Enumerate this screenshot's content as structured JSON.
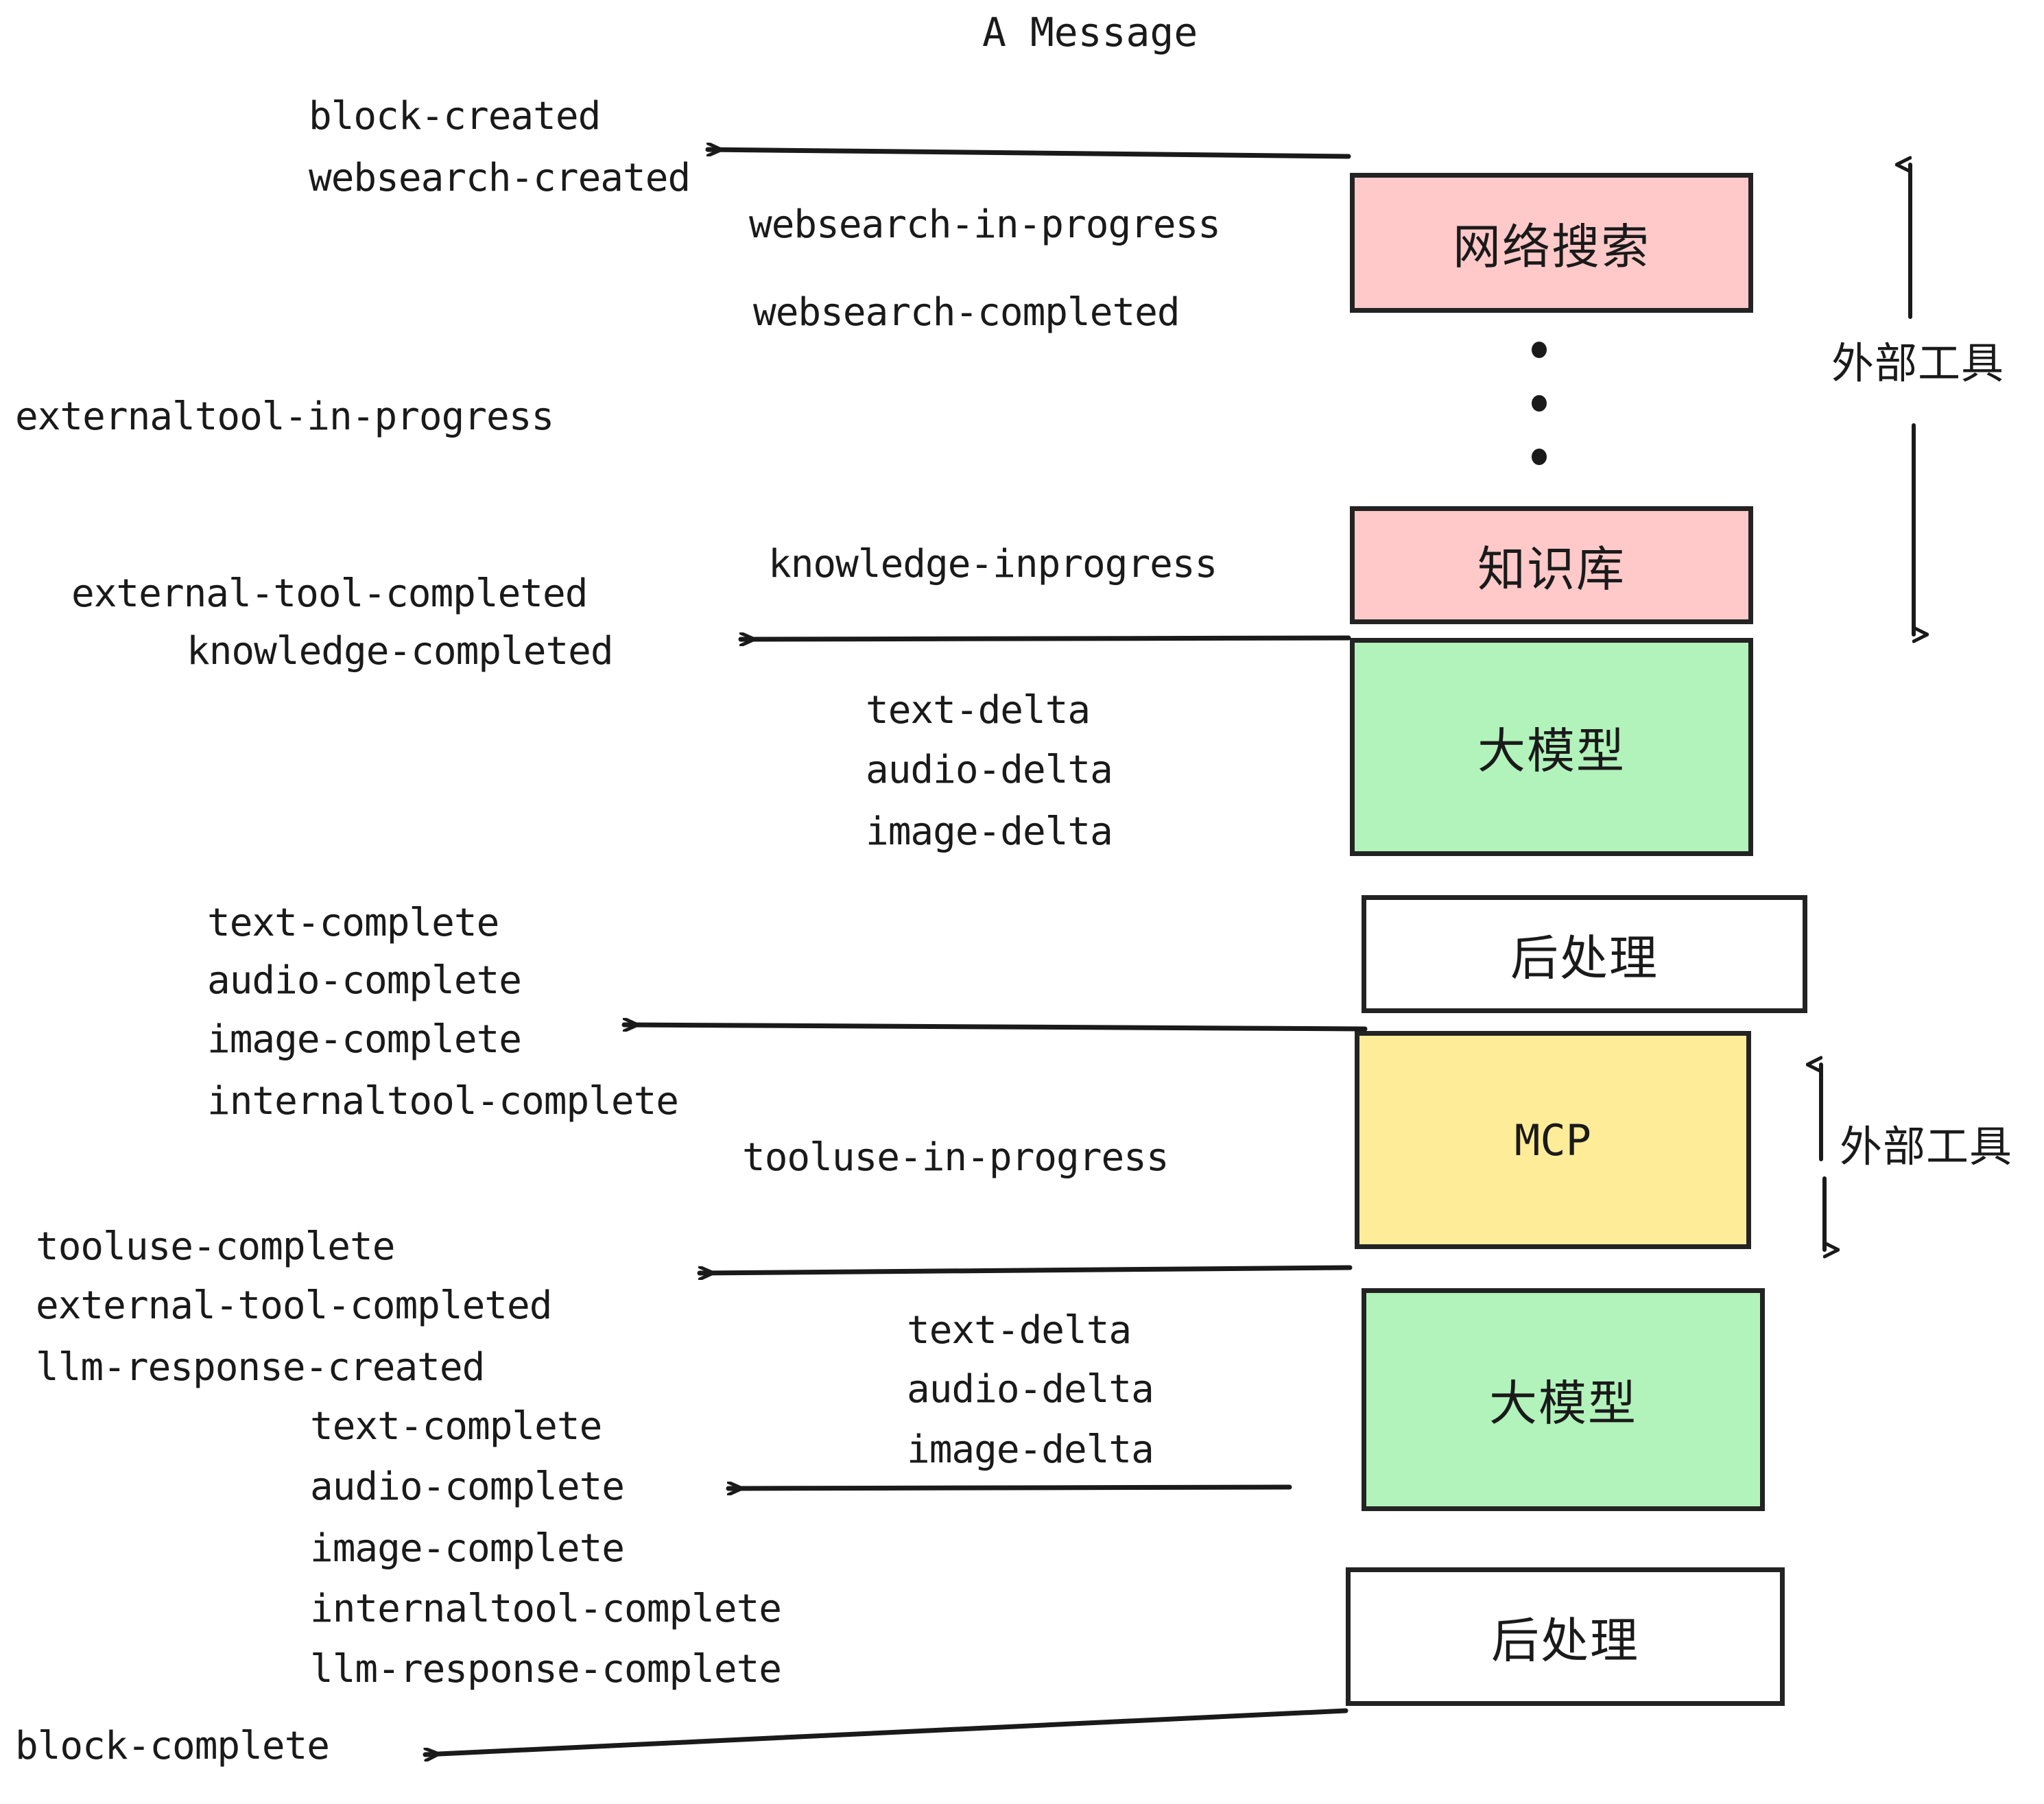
{
  "title": "A Message",
  "boxes": [
    {
      "id": "websearch",
      "label": "网络搜索",
      "color": "#FFC9C9",
      "kind": "cn"
    },
    {
      "id": "knowledge",
      "label": "知识库",
      "color": "#FFC9C9",
      "kind": "cn"
    },
    {
      "id": "llm-top",
      "label": "大模型",
      "color": "#B2F2BB",
      "kind": "cn"
    },
    {
      "id": "postprocess-top",
      "label": "后处理",
      "color": "#FFFFFF",
      "kind": "cn"
    },
    {
      "id": "mcp",
      "label": "MCP",
      "color": "#FFEC99",
      "kind": "mono"
    },
    {
      "id": "llm-bottom",
      "label": "大模型",
      "color": "#B2F2BB",
      "kind": "cn"
    },
    {
      "id": "postprocess-bottom",
      "label": "后处理",
      "color": "#FFFFFF",
      "kind": "cn"
    }
  ],
  "side_annotations": [
    {
      "id": "external-tools-top",
      "label": "外部工具"
    },
    {
      "id": "external-tools-bottom",
      "label": "外部工具"
    }
  ],
  "events": [
    {
      "id": "block-created",
      "text": "block-created"
    },
    {
      "id": "websearch-created",
      "text": "websearch-created"
    },
    {
      "id": "websearch-in-progress",
      "text": "websearch-in-progress"
    },
    {
      "id": "websearch-completed",
      "text": "websearch-completed"
    },
    {
      "id": "externaltool-in-progress",
      "text": "externaltool-in-progress"
    },
    {
      "id": "knowledge-inprogress",
      "text": "knowledge-inprogress"
    },
    {
      "id": "external-tool-completed-1",
      "text": "external-tool-completed"
    },
    {
      "id": "knowledge-completed",
      "text": "knowledge-completed"
    },
    {
      "id": "text-delta-1",
      "text": "text-delta"
    },
    {
      "id": "audio-delta-1",
      "text": "audio-delta"
    },
    {
      "id": "image-delta-1",
      "text": "image-delta"
    },
    {
      "id": "text-complete-1",
      "text": "text-complete"
    },
    {
      "id": "audio-complete-1",
      "text": "audio-complete"
    },
    {
      "id": "image-complete-1",
      "text": "image-complete"
    },
    {
      "id": "internaltool-complete-1",
      "text": "internaltool-complete"
    },
    {
      "id": "tooluse-in-progress",
      "text": "tooluse-in-progress"
    },
    {
      "id": "tooluse-complete",
      "text": "tooluse-complete"
    },
    {
      "id": "external-tool-completed-2",
      "text": "external-tool-completed"
    },
    {
      "id": "llm-response-created",
      "text": "llm-response-created"
    },
    {
      "id": "text-delta-2",
      "text": "text-delta"
    },
    {
      "id": "audio-delta-2",
      "text": "audio-delta"
    },
    {
      "id": "image-delta-2",
      "text": "image-delta"
    },
    {
      "id": "text-complete-2",
      "text": "text-complete"
    },
    {
      "id": "audio-complete-2",
      "text": "audio-complete"
    },
    {
      "id": "image-complete-2",
      "text": "image-complete"
    },
    {
      "id": "internaltool-complete-2",
      "text": "internaltool-complete"
    },
    {
      "id": "llm-response-complete",
      "text": "llm-response-complete"
    },
    {
      "id": "block-complete",
      "text": "block-complete"
    }
  ],
  "colors": {
    "pink": "#FFC9C9",
    "green": "#B2F2BB",
    "yellow": "#FFEC99",
    "white": "#FFFFFF",
    "stroke": "#232323",
    "text": "#1A1A1A"
  }
}
